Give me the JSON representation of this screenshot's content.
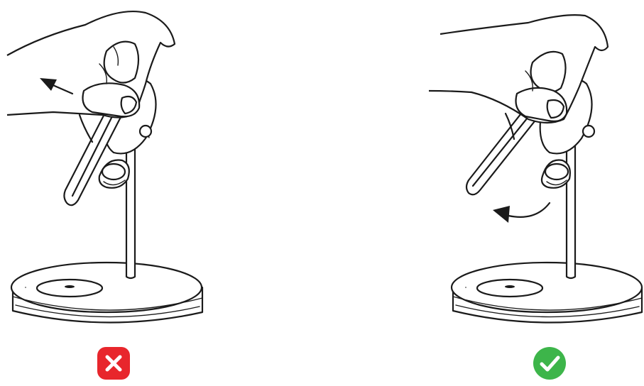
{
  "figure": {
    "panels": [
      {
        "id": "wrong",
        "status": "incorrect",
        "status_icon": "x-mark-icon",
        "status_color": "#e8262c",
        "motion": "pull-straight-out",
        "arrow_icon": "straight-arrow-icon"
      },
      {
        "id": "right",
        "status": "correct",
        "status_icon": "check-mark-icon",
        "status_color": "#3db54a",
        "motion": "tilt-and-rotate-off",
        "arrow_icon": "curved-arrow-icon"
      }
    ],
    "colors": {
      "line": "#1a1a1a",
      "background": "#ffffff",
      "incorrect": "#e8262c",
      "correct": "#3db54a"
    }
  }
}
